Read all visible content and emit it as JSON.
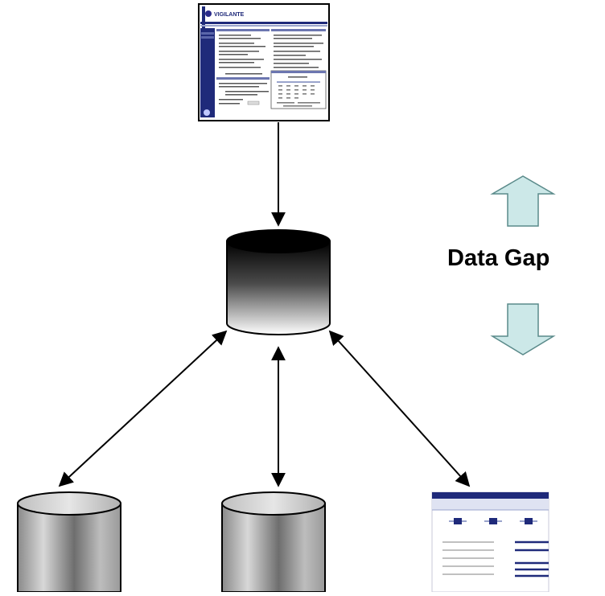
{
  "diagram": {
    "label": "Data Gap",
    "colors": {
      "arrow_fill": "#cce8e8",
      "arrow_stroke": "#5a8a8a",
      "nav_blue": "#1f2a7a",
      "connector": "#000000"
    },
    "screenshot": {
      "logo_text": "VIGILANTE"
    },
    "nodes": [
      {
        "id": "web-app-screenshot",
        "kind": "screenshot"
      },
      {
        "id": "central-database",
        "kind": "database",
        "shade": "dark-gradient"
      },
      {
        "id": "source-database-left",
        "kind": "database",
        "shade": "gray-gradient"
      },
      {
        "id": "source-database-middle",
        "kind": "database",
        "shade": "gray-gradient"
      },
      {
        "id": "form-document",
        "kind": "form"
      }
    ],
    "edges": [
      {
        "from": "web-app-screenshot",
        "to": "central-database",
        "direction": "one-way"
      },
      {
        "from": "central-database",
        "to": "source-database-left",
        "direction": "both"
      },
      {
        "from": "central-database",
        "to": "source-database-middle",
        "direction": "both"
      },
      {
        "from": "central-database",
        "to": "form-document",
        "direction": "both"
      }
    ],
    "gap_arrows": [
      {
        "id": "gap-arrow-up",
        "direction": "up",
        "icon": "block-arrow-up-icon"
      },
      {
        "id": "gap-arrow-down",
        "direction": "down",
        "icon": "block-arrow-down-icon"
      }
    ]
  }
}
